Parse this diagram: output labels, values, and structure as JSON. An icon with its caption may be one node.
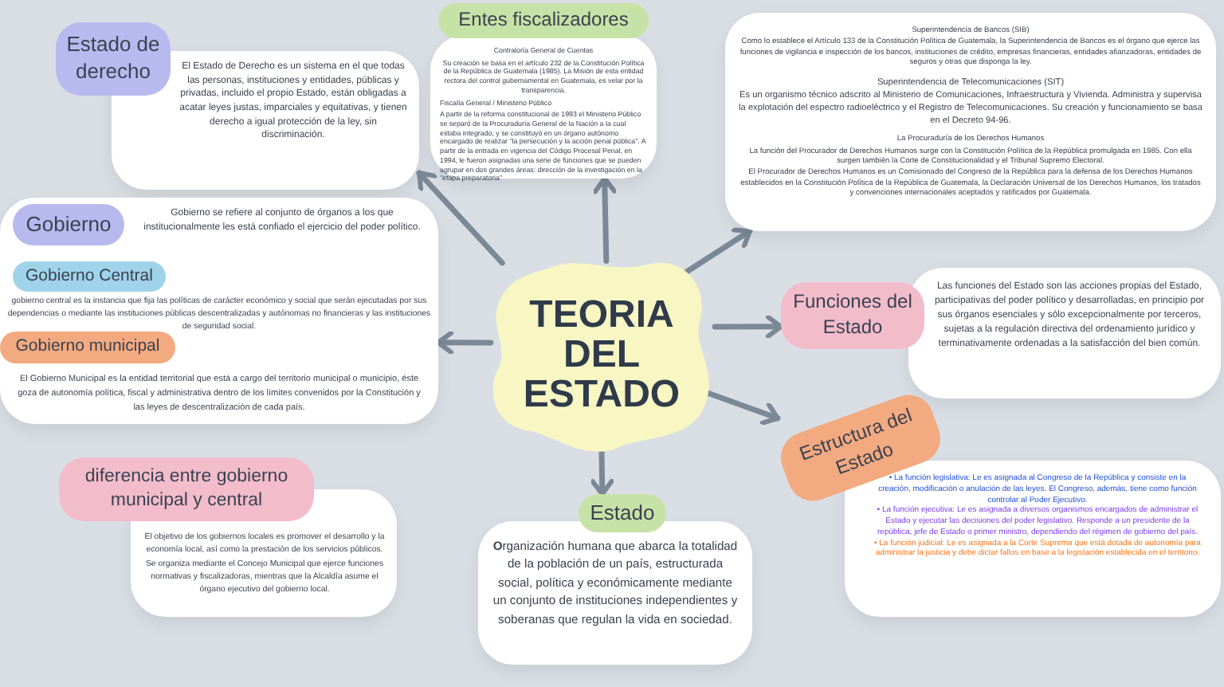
{
  "diagram": {
    "nodes": [
      {
        "text": [
          "TEORIA DEL ESTADO"
        ]
      },
      {
        "text": [
          "Estado de derecho",
          "El Estado de Derecho es un sistema en el que todas las personas, instituciones y entidades, públicas y privadas, incluido el propio Estado, están obligadas a acatar leyes justas, imparciales y equitativas, y tienen derecho a igual protección de la ley, sin discriminación."
        ]
      },
      {
        "text": [
          "Gobierno",
          "Gobierno se refiere al conjunto de órganos a los que institucionalmente les está confiado el ejercicio del poder político."
        ]
      },
      {
        "text": [
          "Gobierno Central",
          "gobierno central es la instancia que fija las políticas de carácter económico y social que serán ejecutadas por sus dependencias o mediante las instituciones públicas descentralizadas y autónomas no financieras y las instituciones de seguridad social."
        ],
        "in": 2
      },
      {
        "text": [
          "Gobierno municipal",
          "El Gobierno Municipal es la entidad territorial que está a cargo del territorio municipal o municipio, éste goza de autonomía política, fiscal y administrativa dentro de los límites convenidos por la Constitución y las leyes de descentralización de cada país."
        ],
        "in": 2
      },
      {
        "text": [
          "diferencia entre gobierno municipal y central",
          "El objetivo de los gobiernos locales es promover el desarrollo y la economía local, así como la prestación de los servicios públicos. Se organiza mediante el Concejo Municipal que ejerce funciones normativas y fiscalizadoras, mientras que la Alcaldía asume el órgano ejecutivo del gobierno local."
        ]
      },
      {
        "text": [
          "Entes fiscalizadores",
          "Contraloría General de Cuentas",
          "Su creación se basa en el artículo 232 de la Constitución Política de la República de Guatemala (1985). La Misión de esta entidad rectora del control gubernamental en Guatemala, es velar por la transparencia.",
          "Fiscalía General / Ministerio Público",
          "A partir de la reforma constitucional de 1993 el Ministerio Público se separó de la Procuraduría General de la Nación a la cual estaba integrado, y se constituyó en un órgano autónomo encargado de realizar \"la persecución y la acción penal pública\". A partir de la entrada en vigencia del Código Procesal Penal, en 1994, le fueron asignadas una serie de funciones que se pueden agrupar en dos grandes áreas: dirección de la investigación en la \"etapa preparatoria\""
        ]
      },
      {
        "text": [
          "Superintendencia de Bancos (SIB)",
          "Como lo establece el Artículo 133 de la Constitución Política de Guatemala, la Superintendencia de Bancos es el órgano que ejerce las funciones de vigilancia e inspección de los bancos, instituciones de crédito, empresas financieras, entidades afianzadoras, entidades de seguros y otras que disponga la ley.",
          "Superintendencia de Telecomunicaciones (SIT)",
          "Es un organismo técnico adscrito al Ministerio de Comunicaciones, Infraestructura y Vivienda. Administra y supervisa la explotación del espectro radioeléctrico y el Registro de Telecomunicaciones. Su creación y funcionamiento se basa en el Decreto 94-96.",
          "La Procuraduría de los Derechos Humanos",
          "La función del Procurador de Derechos Humanos surge con la Constitución Política de la República promulgada en 1985. Con ella surgen también la Corte de Constitucionalidad y el Tribunal Supremo Electoral.",
          "El Procurador de Derechos Humanos es un Comisionado del Congreso de la República para la defensa de los Derechos Humanos establecidos en la Constitución Política de la República de Guatemala, la Declaración Universal de los Derechos Humanos, los tratados y convenciones internacionales aceptados y ratificados por Guatemala."
        ]
      },
      {
        "text": [
          "Funciones del Estado",
          "Las funciones del Estado son las acciones propias del Estado, participativas del poder político y desarrolladas, en principio por sus órganos esenciales y sólo excepcionalmente por terceros, sujetas a la regulación directiva del ordenamiento jurídico y terminativamente ordenadas a la satisfacción del bien común."
        ]
      },
      {
        "text": [
          "Estructura del Estado",
          "• La función legislativa: Le es asignada al Congreso de la República y consiste en la creación, modificación o anulación de las leyes. El Congreso, además, tiene como función controlar al Poder Ejecutivo.",
          "• La función ejecutiva: Le es asignada a diversos organismos encargados de administrar el Estado y ejecutar las decisiones del poder legislativo. Responde a un presidente de la república, jefe de Estado o primer ministro, dependiendo del régimen de gobierno del país.",
          "• La función judicial: Le es asignada a la Corte Suprema que está dotada de autonomía para administrar la justicia y debe dictar fallos en base a la legislación establecida en el territorio."
        ]
      },
      {
        "text": [
          "Estado",
          "**O**rganización humana que abarca la totalidad de la población de un país, estructurada social, política y económicamente mediante un conjunto de instituciones independientes y soberanas que regulan la vida en sociedad."
        ]
      }
    ],
    "edges": [
      {
        "from": 0,
        "to": 6,
        "arrow": "to"
      },
      {
        "from": 0,
        "to": 7,
        "arrow": "to"
      },
      {
        "from": 0,
        "to": 8,
        "arrow": "to"
      },
      {
        "from": 0,
        "to": 9,
        "arrow": "to"
      },
      {
        "from": 0,
        "to": 10,
        "arrow": "to"
      },
      {
        "from": 0,
        "to": 2,
        "arrow": "to"
      },
      {
        "from": 0,
        "to": 1,
        "arrow": "to"
      }
    ]
  }
}
